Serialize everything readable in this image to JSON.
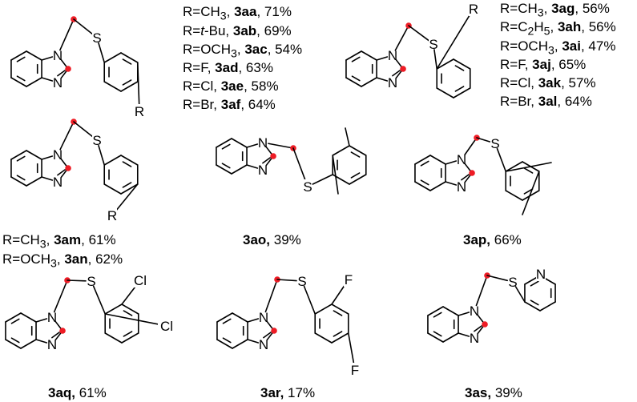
{
  "atoms": {
    "nitrogen": "N",
    "sulfur": "S",
    "r_group": "R",
    "chlorine": "Cl",
    "fluorine": "F"
  },
  "marker_color": "#ee1c25",
  "group_top_left": [
    {
      "r": "R=CH",
      "sub": "3",
      "code": "3aa",
      "yield": "71%"
    },
    {
      "r_pre": "R=",
      "r_it": "t",
      "r_post": "-Bu",
      "code": "3ab",
      "yield": "69%"
    },
    {
      "r": "R=OCH",
      "sub": "3",
      "code": "3ac",
      "yield": "54%"
    },
    {
      "r": "R=F",
      "code": "3ad",
      "yield": "63%"
    },
    {
      "r": "R=Cl",
      "code": "3ae",
      "yield": "58%"
    },
    {
      "r": "R=Br",
      "code": "3af",
      "yield": "64%"
    }
  ],
  "group_top_right": [
    {
      "r": "R=CH",
      "sub": "3",
      "code": "3ag",
      "yield": "56%"
    },
    {
      "r": "R=C",
      "sub": "2",
      "r2": "H",
      "sub2": "5",
      "code": "3ah",
      "yield": "56%"
    },
    {
      "r": "R=OCH",
      "sub": "3",
      "code": "3ai",
      "yield": "47%"
    },
    {
      "r": "R=F",
      "code": "3aj",
      "yield": "65%"
    },
    {
      "r": "R=Cl",
      "code": "3ak",
      "yield": "57%"
    },
    {
      "r": "R=Br",
      "code": "3al",
      "yield": "64%"
    }
  ],
  "group_meta": [
    {
      "r": "R=CH",
      "sub": "3",
      "code": "3am",
      "yield": "61%"
    },
    {
      "r": "R=OCH",
      "sub": "3",
      "code": "3an",
      "yield": "62%"
    }
  ],
  "captions": {
    "ao": {
      "code": "3ao,",
      "yield": "39%"
    },
    "ap": {
      "code": "3ap,",
      "yield": "66%"
    },
    "aq": {
      "code": "3aq,",
      "yield": "61%"
    },
    "ar": {
      "code": "3ar,",
      "yield": "17%"
    },
    "as": {
      "code": "3as,",
      "yield": "39%"
    }
  }
}
